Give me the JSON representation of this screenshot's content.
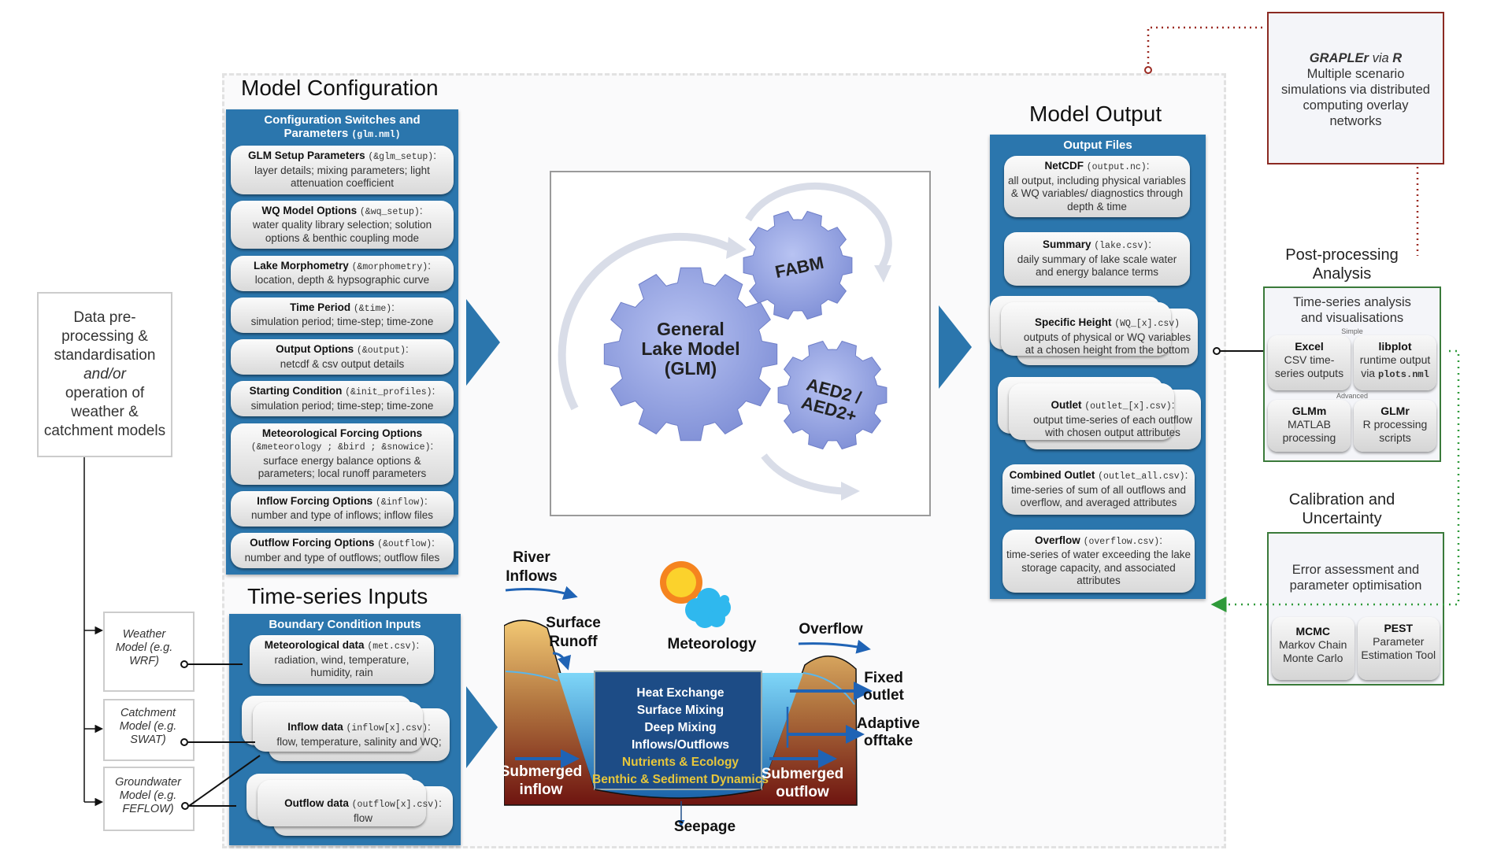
{
  "config": {
    "title": "Model Configuration",
    "header": "Configuration Switches and Parameters",
    "header_code": "(glm.nml)",
    "cards": [
      {
        "title": "GLM Setup Parameters",
        "code": "(&glm_setup)",
        "suffix": ":",
        "desc": "layer details; mixing parameters; light attenuation coefficient"
      },
      {
        "title": "WQ Model Options",
        "code": "(&wq_setup)",
        "suffix": ":",
        "desc": "water quality library selection; solution options & benthic coupling mode"
      },
      {
        "title": "Lake Morphometry",
        "code": "(&morphometry)",
        "suffix": ":",
        "desc": "location, depth & hypsographic curve"
      },
      {
        "title": "Time Period",
        "code": "(&time)",
        "suffix": ":",
        "desc": "simulation period; time-step; time-zone"
      },
      {
        "title": "Output Options",
        "code": "(&output)",
        "suffix": ":",
        "desc": "netcdf & csv output details"
      },
      {
        "title": "Starting Condition",
        "code": "(&init_profiles)",
        "suffix": ":",
        "desc": "simulation period; time-step; time-zone"
      },
      {
        "title": "Meteorological Forcing Options",
        "code": "(&meteorology ; &bird ; &snowice)",
        "suffix": ":",
        "desc": "surface energy balance options & parameters; local runoff parameters"
      },
      {
        "title": "Inflow Forcing Options",
        "code": "(&inflow)",
        "suffix": ":",
        "desc": "number and type of inflows; inflow files"
      },
      {
        "title": "Outflow Forcing Options",
        "code": "(&outflow)",
        "suffix": ":",
        "desc": "number and type of outflows; outflow files"
      }
    ]
  },
  "inputs": {
    "title": "Time-series Inputs",
    "header": "Boundary Condition Inputs",
    "cards": [
      {
        "title": "Meteorological data",
        "code": "(met.csv)",
        "suffix": ":",
        "desc": "radiation, wind, temperature, humidity, rain"
      },
      {
        "title": "Inflow data",
        "code": "(inflow[x].csv)",
        "suffix": ":",
        "desc": "flow, temperature, salinity and WQ;"
      },
      {
        "title": "Outflow data",
        "code": "(outflow[x].csv)",
        "suffix": ":",
        "desc": "flow"
      }
    ]
  },
  "preprocessing": {
    "line1": "Data pre-processing & standardisation",
    "andor": "and/or",
    "line2": "operation of weather & catchment models",
    "models": [
      "Weather Model (e.g. WRF)",
      "Catchment Model (e.g. SWAT)",
      "Groundwater Model (e.g. FEFLOW)"
    ]
  },
  "model": {
    "gears": [
      "General Lake Model (GLM)",
      "FABM",
      "AED2 / AED2+"
    ]
  },
  "output": {
    "title": "Model Output",
    "header": "Output Files",
    "cards": [
      {
        "title": "NetCDF",
        "code": "(output.nc)",
        "suffix": ":",
        "desc": "all output, including physical variables & WQ variables/ diagnostics through depth & time"
      },
      {
        "title": "Summary",
        "code": "(lake.csv)",
        "suffix": ":",
        "desc": "daily summary of lake scale water and energy balance terms"
      },
      {
        "title": "Specific Height",
        "code": "(WQ_[x].csv)",
        "suffix": "",
        "desc": "outputs of physical or WQ variables at a chosen height from the bottom"
      },
      {
        "title": "Outlet",
        "code": "(outlet_[x].csv)",
        "suffix": ":",
        "desc": "output time-series of each outflow with chosen output attributes"
      },
      {
        "title": "Combined Outlet",
        "code": "(outlet_all.csv)",
        "suffix": ":",
        "desc": "time-series of sum of all outflows and overflow, and averaged attributes"
      },
      {
        "title": "Overflow",
        "code": "(overflow.csv)",
        "suffix": ":",
        "desc": "time-series of water exceeding the lake storage capacity, and associated attributes"
      }
    ]
  },
  "grapler": {
    "name": "GRAPLEr",
    "via": "via",
    "r": "R",
    "desc": "Multiple scenario simulations via distributed computing overlay networks"
  },
  "postprocessing": {
    "title": "Post-processing Analysis",
    "box_title": "Time-series analysis and visualisations",
    "simple_label": "Simple",
    "advanced_label": "Advanced",
    "tools": [
      {
        "name": "Excel",
        "desc": "CSV time-series outputs"
      },
      {
        "name": "libplot",
        "desc": "runtime output via",
        "code": "plots.nml"
      },
      {
        "name": "GLMm",
        "desc": "MATLAB processing"
      },
      {
        "name": "GLMr",
        "desc": "R processing scripts"
      }
    ]
  },
  "calibration": {
    "title": "Calibration and Uncertainty",
    "box_title": "Error assessment and parameter optimisation",
    "tools": [
      {
        "name": "MCMC",
        "desc": "Markov Chain Monte Carlo"
      },
      {
        "name": "PEST",
        "desc": "Parameter Estimation Tool"
      }
    ]
  },
  "lake": {
    "river_inflows": [
      "River",
      "Inflows"
    ],
    "surface_runoff": [
      "Surface",
      "Runoff"
    ],
    "meteorology": "Meteorology",
    "overflow": "Overflow",
    "fixed_outlet": [
      "Fixed",
      "outlet"
    ],
    "adaptive_offtake": [
      "Adaptive",
      "offtake"
    ],
    "submerged_inflow": [
      "Submerged",
      "inflow"
    ],
    "submerged_outflow": [
      "Submerged",
      "outflow"
    ],
    "seepage": "Seepage",
    "processes": [
      "Heat Exchange",
      "Surface Mixing",
      "Deep Mixing",
      "Inflows/Outflows"
    ],
    "processes_bio": [
      "Nutrients & Ecology",
      "Benthic & Sediment Dynamics"
    ]
  },
  "colors": {
    "panel_blue": "#2b76ad",
    "lake_box": "#1d4c86",
    "bio_text": "#e6c63c",
    "grapler_border": "#8b2a22",
    "post_border": "#3a7a3a"
  }
}
